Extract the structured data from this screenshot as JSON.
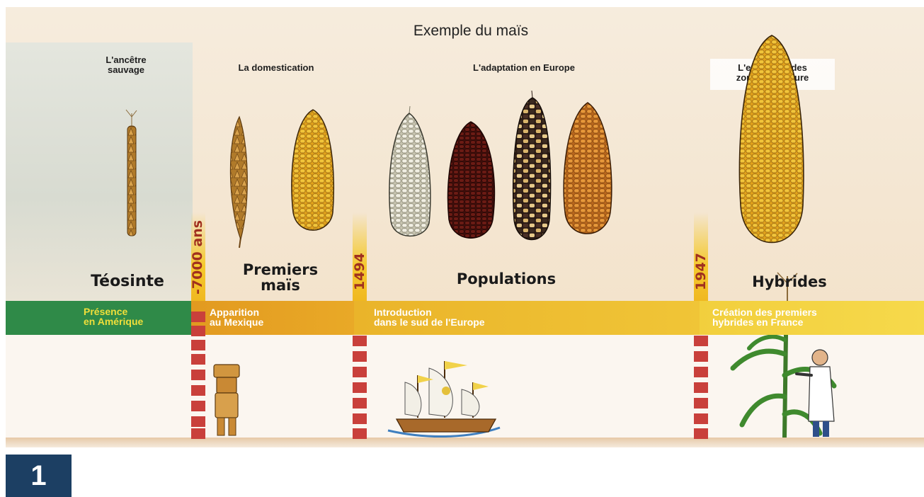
{
  "title": "Exemple du maïs",
  "eras": {
    "wild": "L'ancêtre\nsauvage",
    "domestication": "La domestication",
    "europe": "L'adaptation en Europe",
    "extension": "L'extension des\nzones de culture"
  },
  "names": {
    "teosinte": "Téosinte",
    "premiers": "Premiers\nmaïs",
    "populations": "Populations",
    "hybrides": "Hybrides"
  },
  "dates": [
    "-7000 ans",
    "1494",
    "1947"
  ],
  "bands": {
    "america": "Présence\nen Amérique",
    "mexico": "Apparition\nau Mexique",
    "europe": "Introduction\ndans le sud de l'Europe",
    "france": "Création des premiers\nhybrides en France"
  },
  "figure_number": "1",
  "colors": {
    "band_green": "#2f8a48",
    "band_orange": "#e29a20",
    "band_gold": "#eab42a",
    "band_yellow": "#f2cf3d",
    "marker_red": "#c9403b",
    "number_box": "#1c3f63"
  }
}
